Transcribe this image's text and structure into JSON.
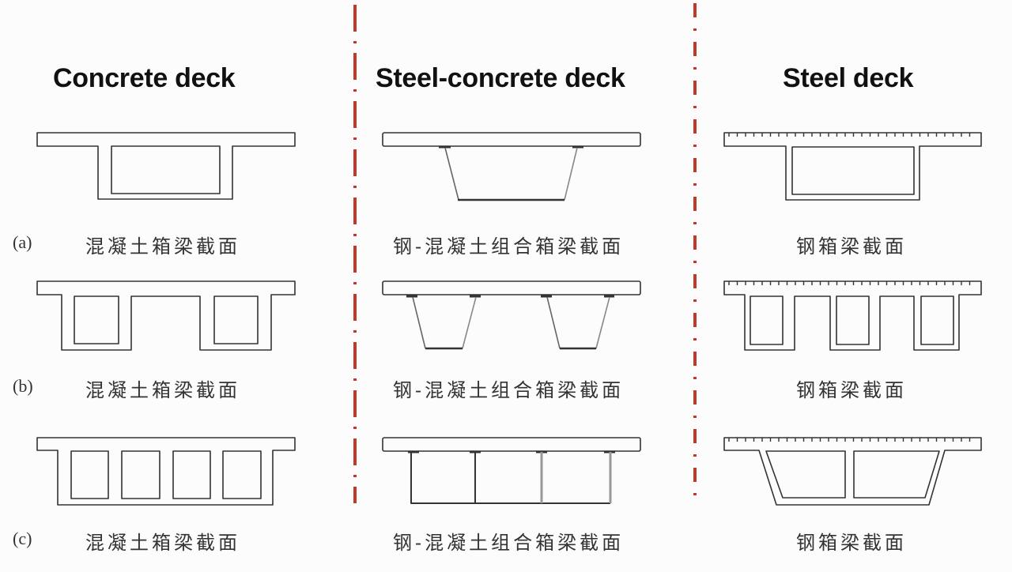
{
  "colors": {
    "background": "#fcfcfd",
    "line": "#333333",
    "separator": "#c0392b"
  },
  "columns": [
    {
      "title": "Concrete deck"
    },
    {
      "title": "Steel-concrete deck"
    },
    {
      "title": "Steel deck"
    }
  ],
  "rows": [
    {
      "label": "(a)",
      "captions": [
        "混凝土箱梁截面",
        "钢-混凝土组合箱梁截面",
        "钢箱梁截面"
      ]
    },
    {
      "label": "(b)",
      "captions": [
        "混凝土箱梁截面",
        "钢-混凝土组合箱梁截面",
        "钢箱梁截面"
      ]
    },
    {
      "label": "(c)",
      "captions": [
        "混凝土箱梁截面",
        "钢-混凝土组合箱梁截面",
        "钢箱梁截面"
      ]
    }
  ],
  "diagrams": [
    {
      "id": "concrete-single-cell",
      "column": "Concrete deck",
      "row": "(a)",
      "cells": 1
    },
    {
      "id": "steel-concrete-single-trapezoid",
      "column": "Steel-concrete deck",
      "row": "(a)",
      "cells": 1
    },
    {
      "id": "steel-single-cell",
      "column": "Steel deck",
      "row": "(a)",
      "cells": 1
    },
    {
      "id": "concrete-twin-cell",
      "column": "Concrete deck",
      "row": "(b)",
      "cells": 2
    },
    {
      "id": "steel-concrete-twin-trapezoid",
      "column": "Steel-concrete deck",
      "row": "(b)",
      "cells": 2
    },
    {
      "id": "steel-triple-cell",
      "column": "Steel deck",
      "row": "(b)",
      "cells": 3
    },
    {
      "id": "concrete-multi-cell",
      "column": "Concrete deck",
      "row": "(c)",
      "cells": 4
    },
    {
      "id": "steel-concrete-multi-cell",
      "column": "Steel-concrete deck",
      "row": "(c)",
      "cells": 3
    },
    {
      "id": "steel-twin-cell-trapezoid",
      "column": "Steel deck",
      "row": "(c)",
      "cells": 2
    }
  ]
}
